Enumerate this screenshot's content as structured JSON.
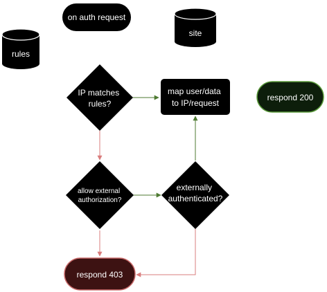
{
  "diagram": {
    "nodes": {
      "rules": {
        "label": "rules",
        "shape": "cylinder"
      },
      "auth_request": {
        "label": "on auth request",
        "shape": "terminator"
      },
      "site": {
        "label": "site",
        "shape": "cylinder"
      },
      "ip_matches": {
        "label_lines": [
          "IP matches",
          "rules?"
        ],
        "shape": "decision"
      },
      "map_user": {
        "label_lines": [
          "map user/data",
          "to IP/request"
        ],
        "shape": "process"
      },
      "respond_200": {
        "label": "respond 200",
        "shape": "terminator"
      },
      "allow_external": {
        "label_lines": [
          "allow external",
          "authorization?"
        ],
        "shape": "decision"
      },
      "externally_auth": {
        "label_lines": [
          "externally",
          "authenticated?"
        ],
        "shape": "decision"
      },
      "respond_403": {
        "label": "respond 403",
        "shape": "terminator"
      }
    },
    "edges": [
      {
        "from": "ip_matches",
        "to": "map_user",
        "kind": "yes"
      },
      {
        "from": "ip_matches",
        "to": "allow_external",
        "kind": "no"
      },
      {
        "from": "allow_external",
        "to": "externally_auth",
        "kind": "yes"
      },
      {
        "from": "allow_external",
        "to": "respond_403",
        "kind": "no"
      },
      {
        "from": "externally_auth",
        "to": "map_user",
        "kind": "yes"
      },
      {
        "from": "externally_auth",
        "to": "respond_403",
        "kind": "no"
      }
    ],
    "colors": {
      "node_fill": "#000000",
      "node_text": "#ffffff",
      "yes_edge": "#4e7a32",
      "no_edge": "#d97c7c",
      "respond_200_fill": "#0d1e0b",
      "respond_200_stroke": "#5a9a3a",
      "respond_403_fill": "#3d1212",
      "respond_403_stroke": "#c96a6a"
    }
  }
}
